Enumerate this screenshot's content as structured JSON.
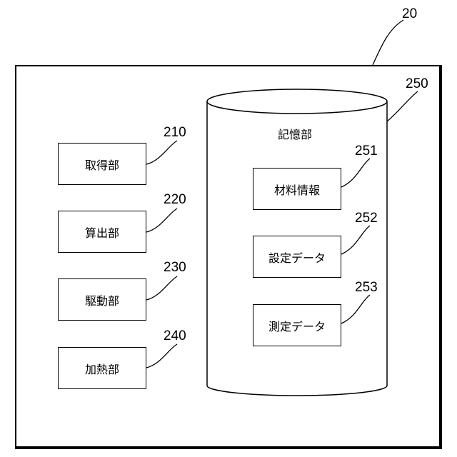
{
  "device_ref": "20",
  "units": [
    {
      "ref": "210",
      "label": "取得部"
    },
    {
      "ref": "220",
      "label": "算出部"
    },
    {
      "ref": "230",
      "label": "駆動部"
    },
    {
      "ref": "240",
      "label": "加熱部"
    }
  ],
  "storage": {
    "ref": "250",
    "label": "記憶部",
    "items": [
      {
        "ref": "251",
        "label": "材料情報"
      },
      {
        "ref": "252",
        "label": "設定データ"
      },
      {
        "ref": "253",
        "label": "測定データ"
      }
    ]
  }
}
